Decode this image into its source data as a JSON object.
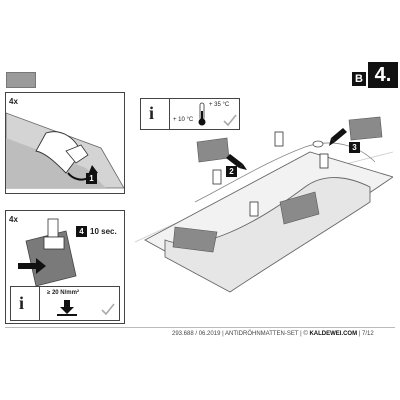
{
  "header": {
    "section_letter": "B",
    "step_number": "4."
  },
  "panel_top": {
    "quantity": "4x",
    "step_label": "1"
  },
  "panel_bottom": {
    "quantity": "4x",
    "step_label": "4",
    "duration": "10 sec.",
    "info_symbol": "i",
    "pressure": "≥ 20 N/mm²"
  },
  "temperature_box": {
    "info_symbol": "i",
    "max_temp": "+ 35 °C",
    "min_temp": "+ 10 °C"
  },
  "callouts": {
    "step2": "2",
    "step3": "3"
  },
  "footer": {
    "doc_number": "293.688",
    "date": "06.2019",
    "title": "ANTIDRÖHNMATTEN-SET",
    "copyright": "©",
    "brand": "KALDEWEI.COM",
    "page": "7/12"
  },
  "colors": {
    "black": "#111111",
    "mat_gray": "#8a8a8a",
    "tab_gray": "#9a9a9a"
  }
}
